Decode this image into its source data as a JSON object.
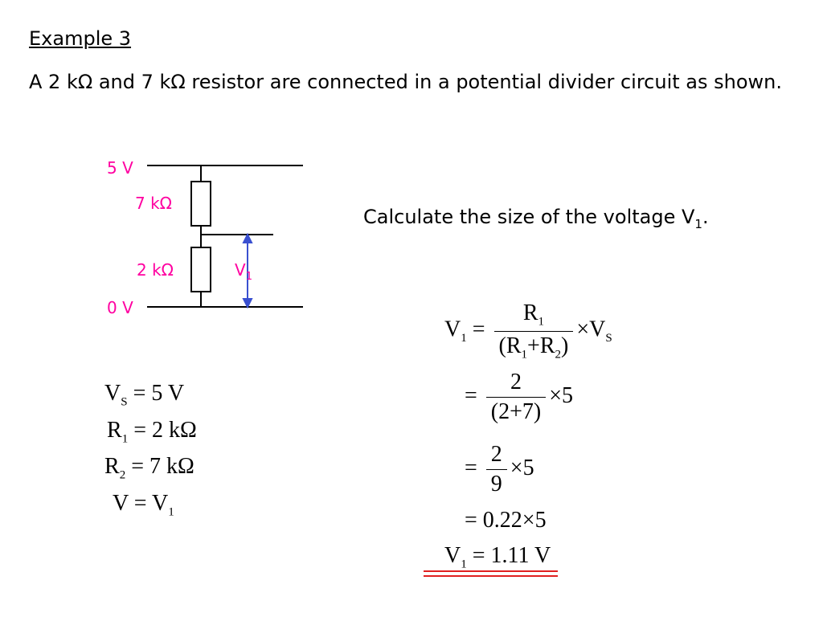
{
  "title": "Example 3",
  "problem": "A 2 kΩ and 7 kΩ resistor are connected in a potential divider circuit as shown.",
  "question": {
    "text": "Calculate the size of the voltage V",
    "sub": "1",
    "end": "."
  },
  "circuit": {
    "top_voltage": "5 V",
    "bottom_voltage": "0 V",
    "r_top": "7 kΩ",
    "r_bottom": "2 kΩ",
    "v_out": "V",
    "v_out_sub": "1",
    "label_color": "#ff00a0",
    "arrow_color": "#3a50d0"
  },
  "givens": [
    {
      "sym": "V",
      "sub": "S",
      "rest": " = 5 V"
    },
    {
      "sym": "R",
      "sub": "1",
      "rest": " = 2 kΩ"
    },
    {
      "sym": "R",
      "sub": "2",
      "rest": " = 7 kΩ"
    },
    {
      "sym": "V",
      "sub": "",
      "rest": " = V",
      "rest_sub": "1"
    }
  ],
  "solution": {
    "l1_lhs": "V",
    "l1_lhs_sub": "1",
    "eq": "=",
    "l1_num": "R",
    "l1_num_sub": "1",
    "l1_den_a": "R",
    "l1_den_a_sub": "1",
    "plus": "+",
    "l1_den_b": "R",
    "l1_den_b_sub": "2",
    "times": "×",
    "l1_vs": "V",
    "l1_vs_sub": "S",
    "l2_num": "2",
    "l2_den": "2+7",
    "l2_mult": "5",
    "l3_num": "2",
    "l3_den": "9",
    "l3_mult": "5",
    "l4": "0.22",
    "l4_mult": "5",
    "l5_lhs": "V",
    "l5_lhs_sub": "1",
    "l5_rhs": "1.11 V"
  },
  "underline_color": "#e02020"
}
